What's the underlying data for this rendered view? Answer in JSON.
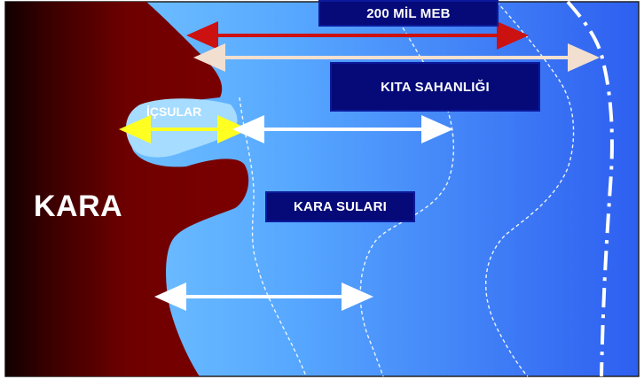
{
  "labels": {
    "meb": "200 MİL MEB",
    "kita": "KITA SAHANLIĞI",
    "kara": "KARA",
    "icsular": "İÇSULAR",
    "karasulari": "KARA SULARI"
  },
  "colors": {
    "land": "#7a0000",
    "sea_light": "#77c9ff",
    "sea_dark": "#2a55e8",
    "label_box": "#050a78",
    "arrow_meb": "#cc1111",
    "arrow_kita": "#f2dfcf",
    "arrow_icsular": "#ffff22",
    "arrow_white": "#ffffff"
  }
}
